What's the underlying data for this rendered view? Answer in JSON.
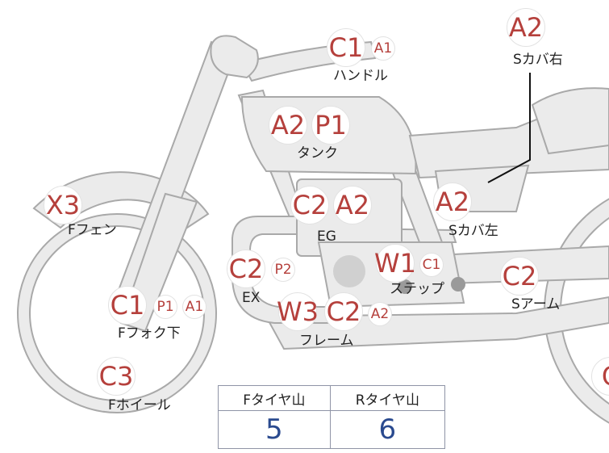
{
  "parts": [
    {
      "id": "handle",
      "label": "ハンドル",
      "codes": [
        "C1",
        "A1"
      ]
    },
    {
      "id": "side-cover-right",
      "label": "Sカバ右",
      "codes": [
        "A2"
      ]
    },
    {
      "id": "tank",
      "label": "タンク",
      "codes": [
        "A2",
        "P1"
      ]
    },
    {
      "id": "front-fender",
      "label": "Fフェン",
      "codes": [
        "X3"
      ]
    },
    {
      "id": "engine",
      "label": "EG",
      "codes": [
        "C2",
        "A2"
      ]
    },
    {
      "id": "side-cover-left",
      "label": "Sカバ左",
      "codes": [
        "A2"
      ]
    },
    {
      "id": "exhaust",
      "label": "EX",
      "codes": [
        "C2",
        "P2"
      ]
    },
    {
      "id": "step",
      "label": "ステップ",
      "codes": [
        "W1",
        "C1"
      ]
    },
    {
      "id": "swing-arm",
      "label": "Sアーム",
      "codes": [
        "C2"
      ]
    },
    {
      "id": "front-fork",
      "label": "Fフォク下",
      "codes": [
        "C1",
        "P1",
        "A1"
      ]
    },
    {
      "id": "frame",
      "label": "フレーム",
      "codes": [
        "W3",
        "C2",
        "A2"
      ]
    },
    {
      "id": "front-wheel",
      "label": "Fホイール",
      "codes": [
        "C3"
      ]
    },
    {
      "id": "rear-wheel",
      "label": "",
      "codes": [
        "C"
      ]
    }
  ],
  "tire_table": {
    "headers": [
      "Fタイヤ山",
      "Rタイヤ山"
    ],
    "values": [
      "5",
      "6"
    ]
  },
  "colors": {
    "code_text": "#b5403c",
    "bike_fill": "#ebebeb",
    "bike_stroke": "#a9a9a9",
    "table_border": "#8f94a6",
    "table_value": "#2a4a8f"
  }
}
